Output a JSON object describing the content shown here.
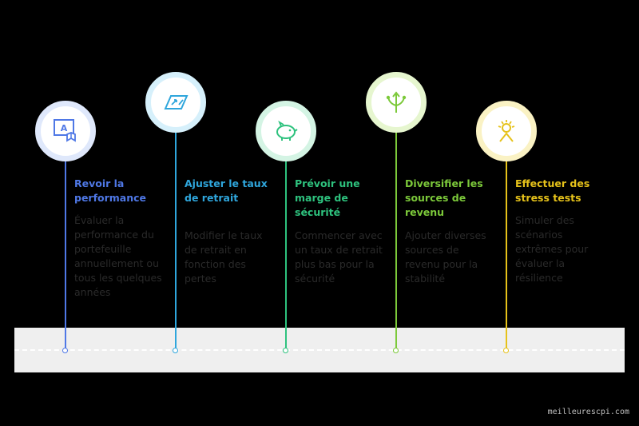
{
  "colors": {
    "step1": "#4f78e6",
    "step2": "#2fa6dc",
    "step3": "#2ec27e",
    "step4": "#7cc93a",
    "step5": "#e6c21a",
    "ring1": "#dfe8fb",
    "ring2": "#d6f0fb",
    "ring3": "#d4f4e4",
    "ring4": "#e6f6cf",
    "ring5": "#faf2c4",
    "road": "#efefef"
  },
  "steps": [
    {
      "icon": "board-learning-icon",
      "title": "Revoir la performance",
      "description": "Évaluer la performance du portefeuille annuellement ou tous les quelques années"
    },
    {
      "icon": "money-hand-icon",
      "title": "Ajuster le taux de retrait",
      "description": "Modifier le taux de retrait en fonction des pertes"
    },
    {
      "icon": "piggy-bank-icon",
      "title": "Prévoir une marge de sécurité",
      "description": "Commencer avec un taux de retrait plus bas pour la sécurité"
    },
    {
      "icon": "diverging-arrows-icon",
      "title": "Diversifier les sources de revenu",
      "description": "Ajouter diverses sources de revenu pour la stabilité"
    },
    {
      "icon": "stress-figure-icon",
      "title": "Effectuer des stress tests",
      "description": "Simuler des scénarios extrêmes pour évaluer la résilience"
    }
  ],
  "source": "meilleurescpi.com"
}
